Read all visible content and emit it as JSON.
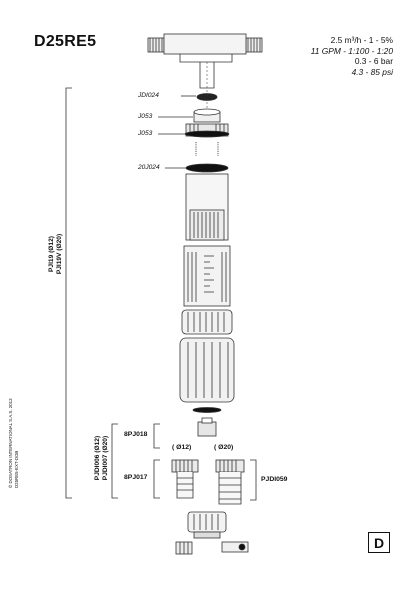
{
  "model": "D25RE5",
  "specs": {
    "line1": "2.5 m³/h  -  1  -  5%",
    "line2": "11 GPM - 1:100 - 1:20",
    "line3": "0.3 -  6 bar",
    "line4": "4.3 - 85 psi"
  },
  "labels": {
    "jdi024": "JDI024",
    "j053_a": "J053",
    "j053_b": "J053",
    "j20024": "20J024",
    "pj018": "8PJ018",
    "pj017": "8PJ017",
    "pjdi059": "PJDI059",
    "d12": "( Ø12)",
    "d20": "( Ø20)"
  },
  "vertical_labels": {
    "pji_line1": "PJI19 (Ø12)",
    "pji_line2": "PJI19V (Ø20)",
    "pjdi_line1": "PJDI006 (Ø12)",
    "pjdi_line2": "PJDI007 (Ø20)"
  },
  "copyright": {
    "line1": "© DOSATRON INTERNATIONAL S.A.S. 2013",
    "line2": "D25RE5-EXT-DOB"
  },
  "page_letter": "D"
}
